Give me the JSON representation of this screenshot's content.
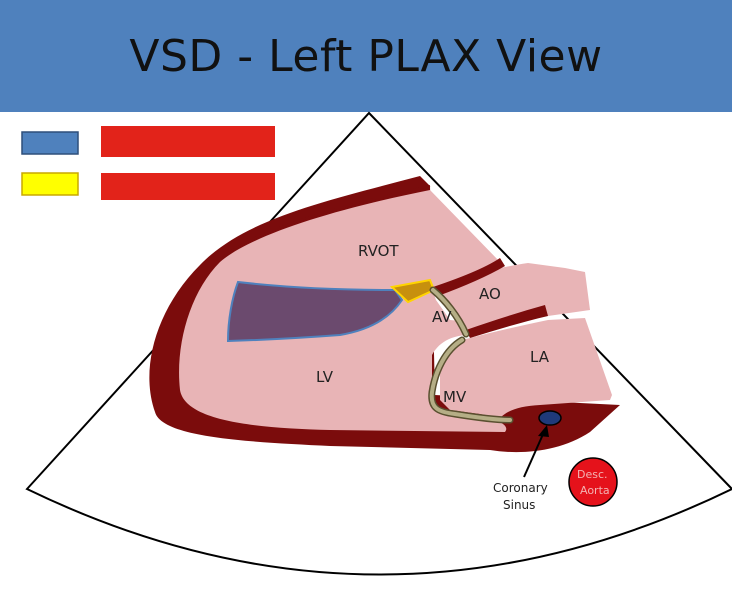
{
  "title": "VSD - Left PLAX View",
  "legend": {
    "items": [
      {
        "swatch_color": "#4f81bd",
        "bar_color": "#e2231a"
      },
      {
        "swatch_color": "#ffff00",
        "bar_color": "#e2231a"
      }
    ]
  },
  "labels": {
    "rvot": "RVOT",
    "ao": "AO",
    "av": "AV",
    "lv": "LV",
    "la": "LA",
    "mv": "MV",
    "coronary_sinus_line1": "Coronary",
    "coronary_sinus_line2": "Sinus",
    "desc_aorta_line1": "Desc.",
    "desc_aorta_line2": "Aorta"
  },
  "colors": {
    "title_bar": "#4f81bd",
    "myocardium": "#7b0c0c",
    "chamber": "#e8b4b6",
    "valve": "#b5ae86",
    "vsd_overlay": "#6b4a6e",
    "vsd_yellow": "#c7900e",
    "coronary_sinus": "#1f3a7a",
    "desc_aorta": "#e5121b"
  }
}
